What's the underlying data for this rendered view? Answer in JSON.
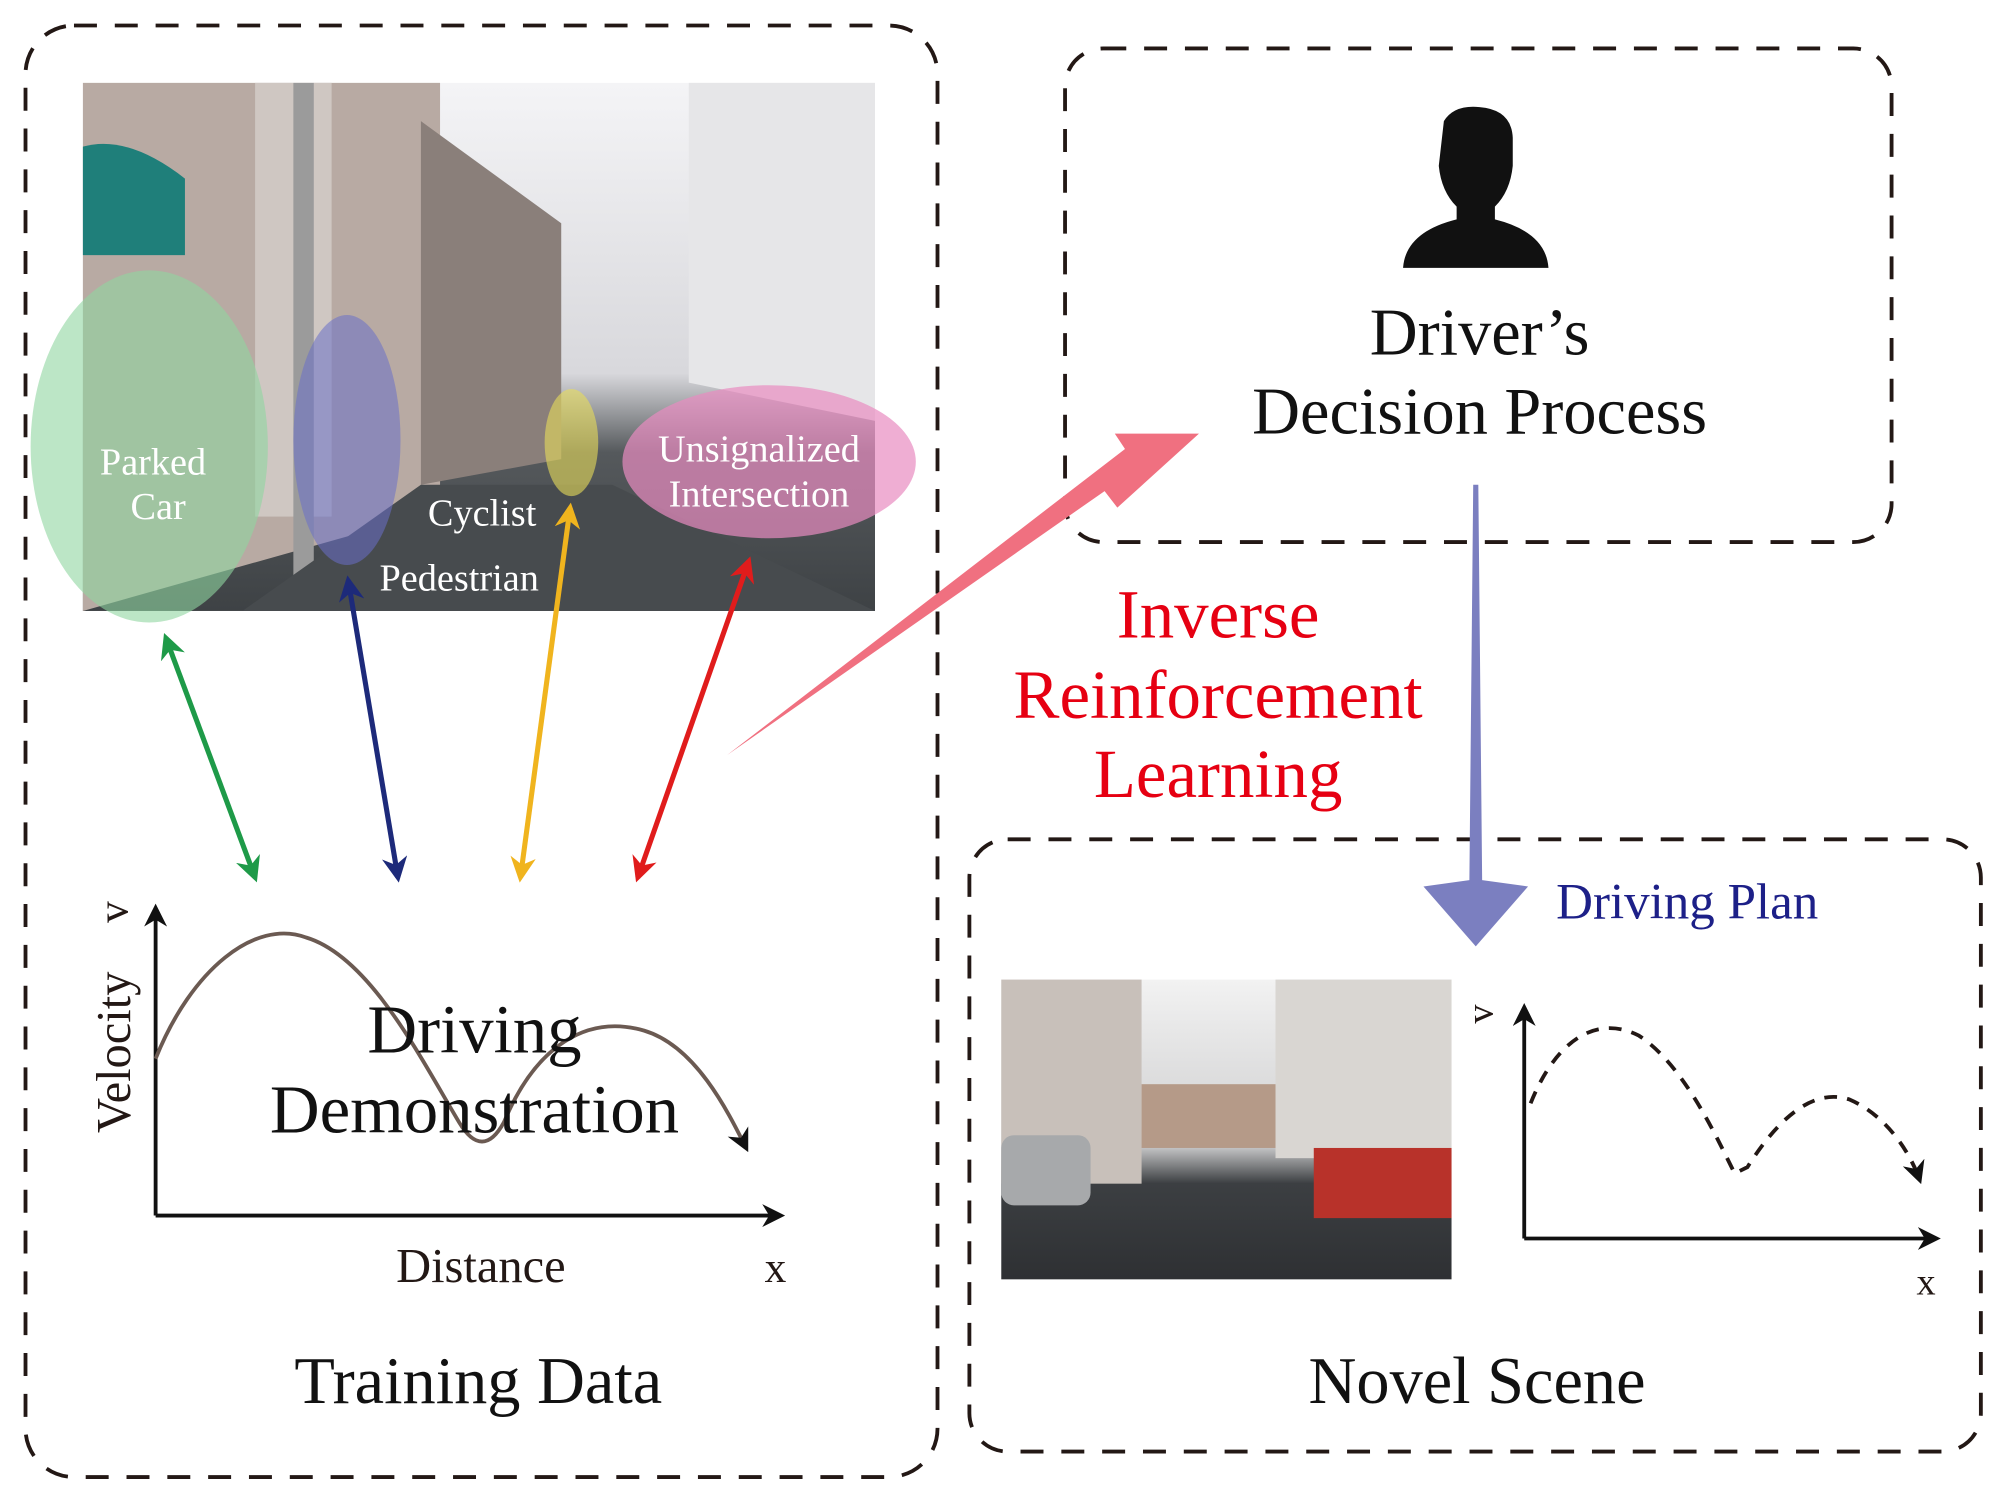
{
  "training_panel": {
    "title": "Training Data",
    "photo_labels": {
      "parked_car_line1": "Parked",
      "parked_car_line2": "Car",
      "pedestrian": "Pedestrian",
      "cyclist": "Cyclist",
      "intersection_line1": "Unsignalized",
      "intersection_line2": "Intersection"
    },
    "plot": {
      "title_line1": "Driving",
      "title_line2": "Demonstration",
      "y_label": "Velocity",
      "y_symbol": "v",
      "x_label": "Distance",
      "x_symbol": "x"
    }
  },
  "decision_panel": {
    "title_line1": "Driver’s",
    "title_line2": "Decision Process",
    "icon": "person-silhouette-icon"
  },
  "method": {
    "line1": "Inverse",
    "line2": "Reinforcement",
    "line3": "Learning"
  },
  "novel_panel": {
    "title": "Novel Scene",
    "plan_label": "Driving Plan",
    "plot": {
      "y_symbol": "v",
      "x_symbol": "x"
    }
  },
  "colors": {
    "method_red": "#e60012",
    "plan_navy": "#1d2088",
    "parked_car": "#1e9a48",
    "pedestrian": "#1d2a7a",
    "cyclist": "#f0b41e",
    "intersection": "#e01c1c",
    "irl_arrow": "#f07080",
    "plan_arrow": "#7b7fc0"
  }
}
